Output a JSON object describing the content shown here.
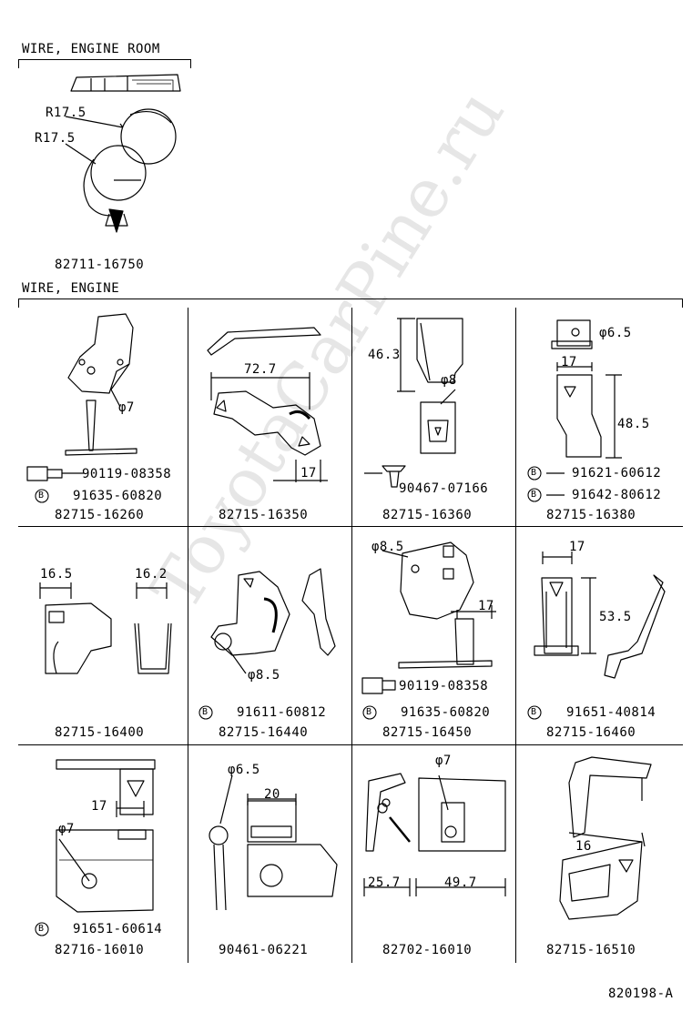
{
  "watermark": "ToyotaCarPine.ru",
  "sections": {
    "engine_room": "WIRE, ENGINE ROOM",
    "engine": "WIRE, ENGINE"
  },
  "top_part": {
    "radius_1": "R17.5",
    "radius_2": "R17.5",
    "part_no": "82711-16750"
  },
  "cells": [
    {
      "part_no": "82715-16260",
      "subparts": [
        "90119-08358",
        "91635-60820"
      ],
      "dims": [
        "φ7"
      ]
    },
    {
      "part_no": "82715-16350",
      "subparts": [],
      "dims": [
        "72.7",
        "17"
      ]
    },
    {
      "part_no": "82715-16360",
      "subparts": [
        "90467-07166"
      ],
      "dims": [
        "46.3",
        "φ8"
      ]
    },
    {
      "part_no": "82715-16380",
      "subparts": [
        "91621-60612",
        "91642-80612"
      ],
      "dims": [
        "φ6.5",
        "17",
        "48.5"
      ]
    },
    {
      "part_no": "82715-16400",
      "subparts": [],
      "dims": [
        "16.5",
        "16.2"
      ]
    },
    {
      "part_no": "82715-16440",
      "subparts": [
        "91611-60812"
      ],
      "dims": [
        "φ8.5"
      ]
    },
    {
      "part_no": "82715-16450",
      "subparts": [
        "90119-08358",
        "91635-60820"
      ],
      "dims": [
        "φ8.5",
        "17"
      ]
    },
    {
      "part_no": "82715-16460",
      "subparts": [
        "91651-40814"
      ],
      "dims": [
        "17",
        "53.5"
      ]
    },
    {
      "part_no": "82716-16010",
      "subparts": [
        "91651-60614"
      ],
      "dims": [
        "17",
        "φ7"
      ]
    },
    {
      "part_no": "90461-06221",
      "subparts": [],
      "dims": [
        "φ6.5",
        "20"
      ]
    },
    {
      "part_no": "82702-16010",
      "subparts": [],
      "dims": [
        "φ7",
        "25.7",
        "49.7"
      ]
    },
    {
      "part_no": "82715-16510",
      "subparts": [],
      "dims": [
        "16"
      ]
    }
  ],
  "circled_letter": "B",
  "figure_id": "820198-A"
}
